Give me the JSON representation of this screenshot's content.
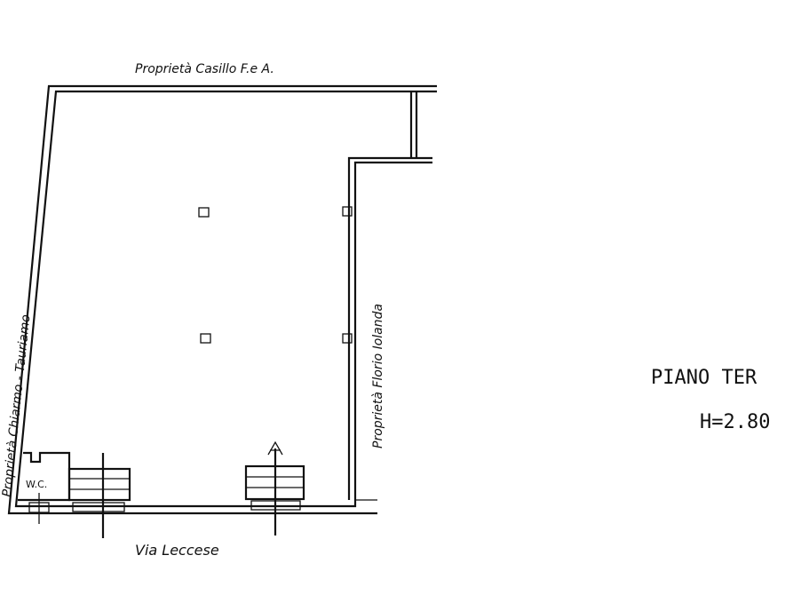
{
  "plan": {
    "top_neighbor": "Proprietà Casillo F.e A.",
    "left_neighbor": "Proprietà Chiarmo - Tauriamo",
    "right_neighbor": "Proprietà Florio Iolanda",
    "street": "Via Leccese",
    "wc_label": "W.C.",
    "floor_title": "PIANO TER",
    "height_label": "H=2.80"
  }
}
